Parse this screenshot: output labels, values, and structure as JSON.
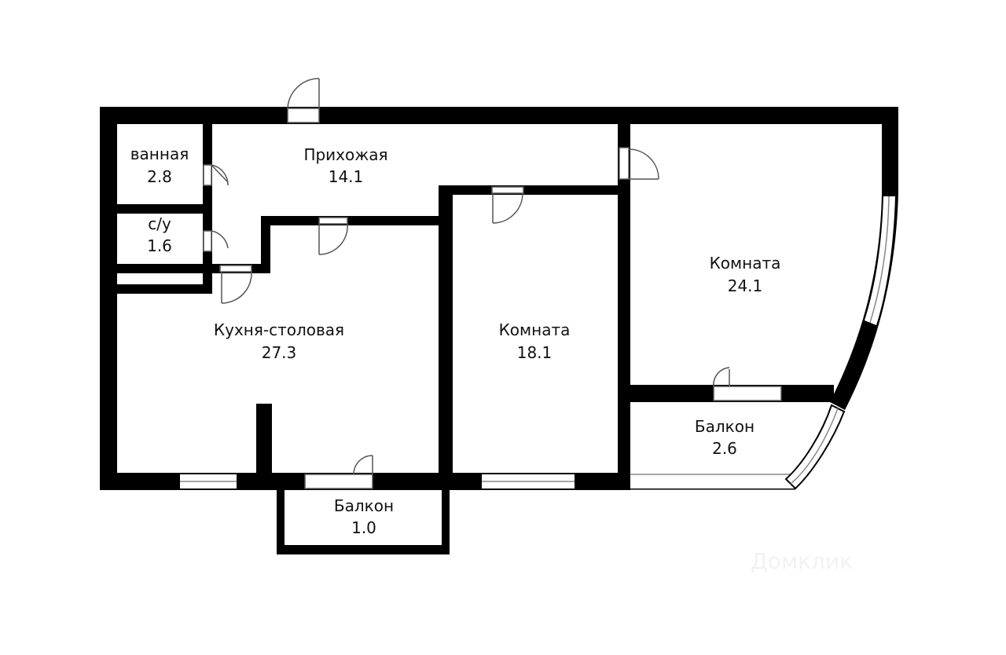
{
  "colors": {
    "wall": "#000000",
    "background": "#ffffff",
    "door_line": "#555555",
    "window_glass": "#ffffff"
  },
  "rooms": {
    "bath": {
      "label": "ванная",
      "area": "2.8"
    },
    "wc": {
      "label": "с/у",
      "area": "1.6"
    },
    "hall": {
      "label": "Прихожая",
      "area": "14.1"
    },
    "kitchen": {
      "label": "Кухня-столовая",
      "area": "27.3"
    },
    "room_mid": {
      "label": "Комната",
      "area": "18.1"
    },
    "room_big": {
      "label": "Комната",
      "area": "24.1"
    },
    "balcony_r": {
      "label": "Балкон",
      "area": "2.6"
    },
    "balcony_b": {
      "label": "Балкон",
      "area": "1.0"
    }
  },
  "watermark": "Домклик"
}
